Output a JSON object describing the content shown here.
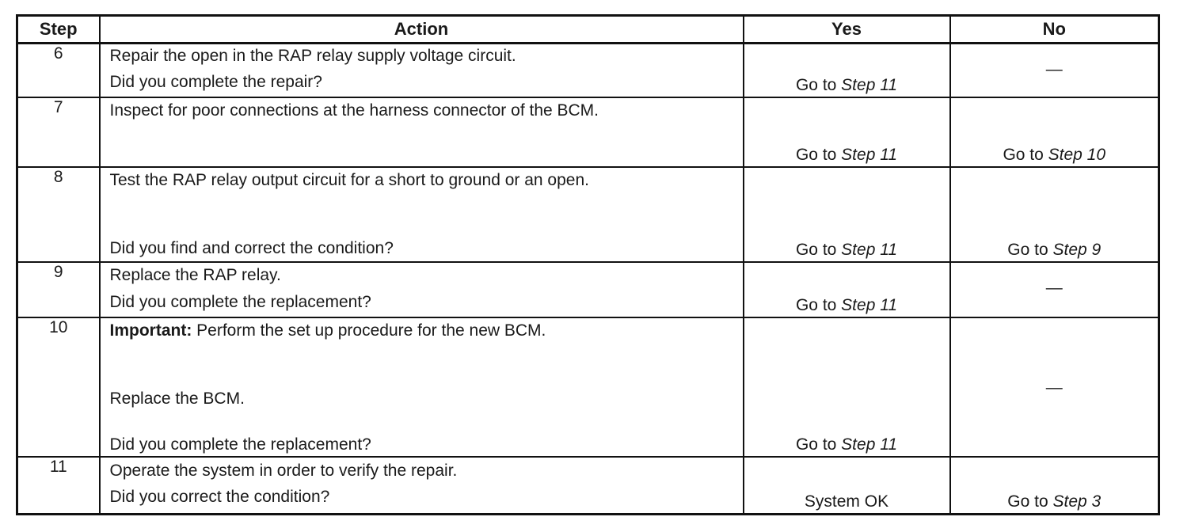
{
  "headers": {
    "step": "Step",
    "action": "Action",
    "yes": "Yes",
    "no": "No"
  },
  "rows": [
    {
      "step": "6",
      "action_lines": [
        "Repair the open in the RAP relay supply voltage circuit.",
        "Did you complete the repair?"
      ],
      "yes_prefix": "Go to ",
      "yes_ref": "Step 11",
      "no_dash": "—"
    },
    {
      "step": "7",
      "action_lines": [
        "Inspect for poor connections at the harness connector of the BCM."
      ],
      "yes_prefix": "Go to ",
      "yes_ref": "Step 11",
      "no_prefix": "Go to ",
      "no_ref": "Step 10"
    },
    {
      "step": "8",
      "action_lines": [
        "Test the RAP relay output circuit for a short to ground or an open.",
        "Did you find and correct the condition?"
      ],
      "yes_prefix": "Go to ",
      "yes_ref": "Step 11",
      "no_prefix": "Go to ",
      "no_ref": "Step 9"
    },
    {
      "step": "9",
      "action_lines": [
        "Replace the RAP relay.",
        "Did you complete the replacement?"
      ],
      "yes_prefix": "Go to ",
      "yes_ref": "Step 11",
      "no_dash": "—"
    },
    {
      "step": "10",
      "important_label": "Important:",
      "action_lines": [
        " Perform the set up procedure for the new BCM.",
        "Replace the BCM.",
        "Did you complete the replacement?"
      ],
      "yes_prefix": "Go to ",
      "yes_ref": "Step 11",
      "no_dash": "—"
    },
    {
      "step": "11",
      "action_lines": [
        "Operate the system in order to verify the repair.",
        "Did you correct the condition?"
      ],
      "yes_text": "System OK",
      "no_prefix": "Go to ",
      "no_ref": "Step 3"
    }
  ]
}
